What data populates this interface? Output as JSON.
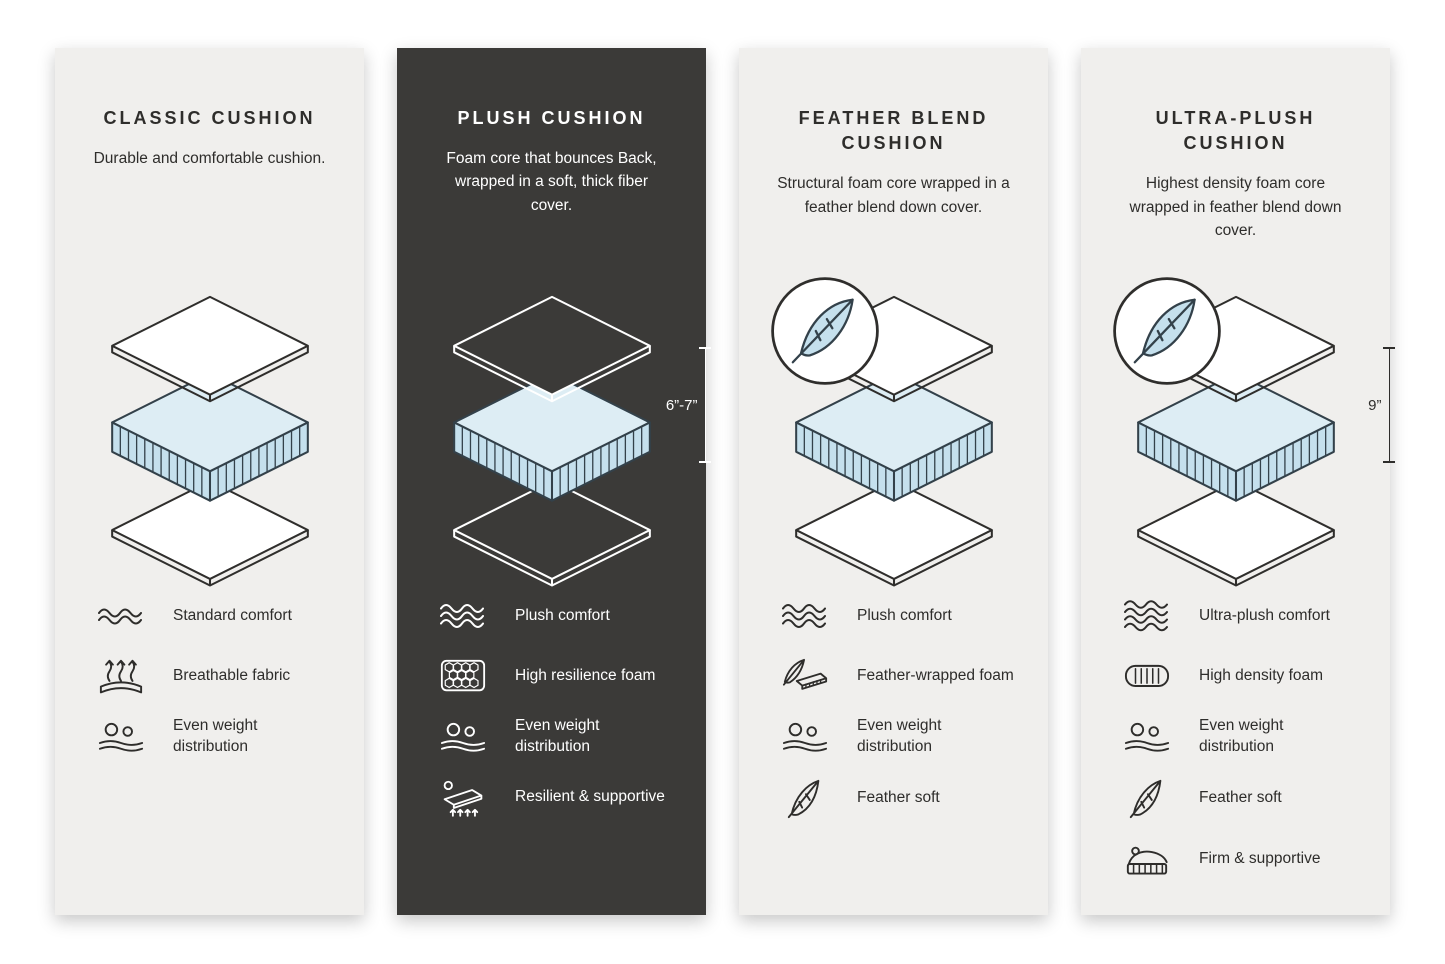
{
  "page": {
    "background": "#ffffff"
  },
  "colors": {
    "card_light_bg": "#f0efed",
    "card_dark_bg": "#3b3a38",
    "foam_blue": "#c5e0ed",
    "foam_blue_light": "#ddedf4",
    "text_dark": "#2e2d2b",
    "text_light": "#ffffff"
  },
  "cards": [
    {
      "id": "classic-cushion",
      "theme": "light",
      "title": "CLASSIC CUSHION",
      "description": "Durable and comfortable cushion.",
      "features": [
        {
          "icon": "waves-icon",
          "label": "Standard comfort"
        },
        {
          "icon": "breathable-fabric-icon",
          "label": "Breathable fabric"
        },
        {
          "icon": "weight-distribution-icon",
          "label": "Even weight distribution"
        }
      ]
    },
    {
      "id": "plush-cushion",
      "theme": "dark",
      "title": "PLUSH CUSHION",
      "description": "Foam core that bounces Back, wrapped in a soft, thick fiber cover.",
      "measurement": "6”-7”",
      "features": [
        {
          "icon": "waves-icon",
          "label": "Plush comfort"
        },
        {
          "icon": "foam-cells-icon",
          "label": "High resilience foam"
        },
        {
          "icon": "weight-distribution-icon",
          "label": "Even weight distribution"
        },
        {
          "icon": "resilient-icon",
          "label": "Resilient & supportive"
        }
      ]
    },
    {
      "id": "feather-blend-cushion",
      "theme": "light",
      "title": "FEATHER BLEND CUSHION",
      "description": "Structural foam core wrapped in a feather blend down cover.",
      "badge": "feather",
      "features": [
        {
          "icon": "waves-icon",
          "label": "Plush comfort"
        },
        {
          "icon": "feather-foam-icon",
          "label": "Feather-wrapped foam"
        },
        {
          "icon": "weight-distribution-icon",
          "label": "Even weight distribution"
        },
        {
          "icon": "feather-icon",
          "label": "Feather soft"
        }
      ]
    },
    {
      "id": "ultra-plush-cushion",
      "theme": "light",
      "title": "ULTRA-PLUSH CUSHION",
      "description": "Highest density foam core wrapped in feather blend down cover.",
      "measurement": "9”",
      "badge": "feather",
      "features": [
        {
          "icon": "waves-icon",
          "label": "Ultra-plush comfort"
        },
        {
          "icon": "high-density-foam-icon",
          "label": "High density foam"
        },
        {
          "icon": "weight-distribution-icon",
          "label": "Even weight distribution"
        },
        {
          "icon": "feather-icon",
          "label": "Feather soft"
        },
        {
          "icon": "firm-supportive-icon",
          "label": "Firm & supportive"
        }
      ]
    }
  ]
}
